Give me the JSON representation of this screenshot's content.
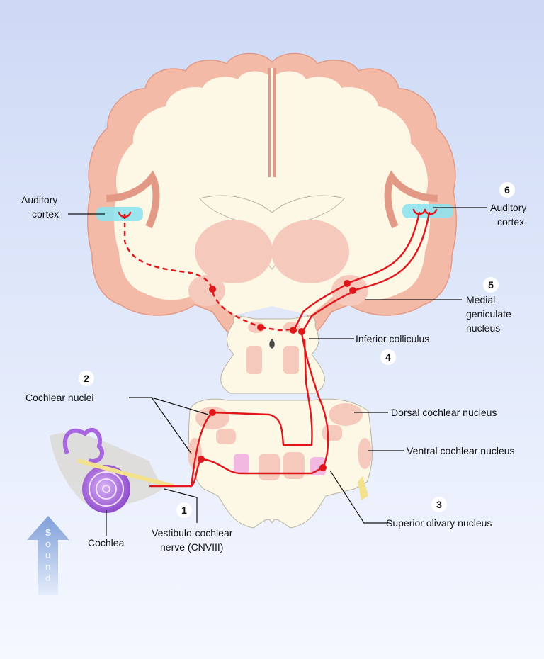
{
  "labels": {
    "auditory_cortex_left": [
      "Auditory",
      "cortex"
    ],
    "auditory_cortex_right": [
      "Auditory",
      "cortex"
    ],
    "medial_geniculate": [
      "Medial",
      "geniculate",
      "nucleus"
    ],
    "inferior_colliculus": "Inferior colliculus",
    "cochlear_nuclei": "Cochlear nuclei",
    "dorsal_cochlear": "Dorsal cochlear nucleus",
    "ventral_cochlear": "Ventral cochlear nucleus",
    "superior_olivary": "Superior olivary nucleus",
    "cochlea": "Cochlea",
    "nerve": [
      "Vestibulo-cochlear",
      "nerve (CNVIII)"
    ],
    "sound": [
      "S",
      "o",
      "u",
      "n",
      "d"
    ]
  },
  "steps": {
    "n1": "1",
    "n2": "2",
    "n3": "3",
    "n4": "4",
    "n5": "5",
    "n6": "6"
  },
  "colors": {
    "pathway": "#e0161b",
    "cortex_outline": "#f2b7a4",
    "tissue": "#fdf7e6",
    "auditory_area": "#8fe3ef",
    "nucleus": "#f5b9ad",
    "cochlea": "#a866e0",
    "background_top": "#cfdbf6",
    "background_bottom": "#f4f7fe"
  }
}
